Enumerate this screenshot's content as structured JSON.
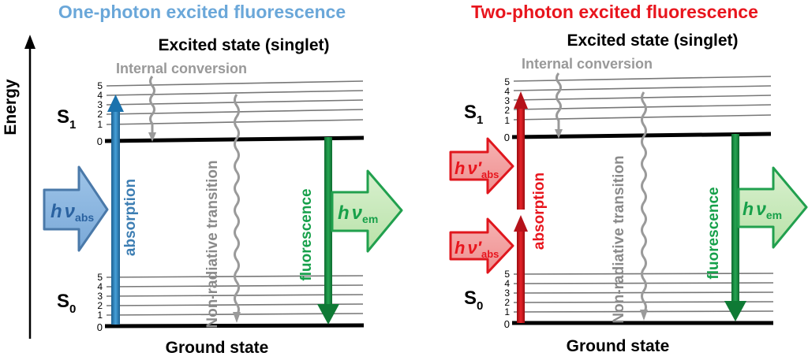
{
  "energy_axis": {
    "label": "Energy"
  },
  "panels": [
    {
      "title": "One-photon excited fluorescence",
      "title_color": "#6aa7d9",
      "excited_state_label": "Excited state (singlet)",
      "internal_conversion_label": "Internal conversion",
      "ground_state_label": "Ground state",
      "s1": {
        "main": "S",
        "sub": "1"
      },
      "s0": {
        "main": "S",
        "sub": "0"
      },
      "s1_levels": [
        "0",
        "1",
        "2",
        "3",
        "4",
        "5"
      ],
      "s0_levels": [
        "0",
        "1",
        "2",
        "3",
        "4",
        "5"
      ],
      "absorption_label": "absorption",
      "absorption_color": "#3d7eb3",
      "nonradiative_label": "Non-radiative transition",
      "fluorescence_label": "fluorescence",
      "fluorescence_color": "#16a04a",
      "photon_abs": {
        "h": "h",
        "nu": "ν",
        "prime": "",
        "sub": "abs"
      },
      "photon_em": {
        "h": "h",
        "nu": "ν",
        "sub": "em"
      }
    },
    {
      "title": "Two-photon excited fluorescence",
      "title_color": "#e8151d",
      "excited_state_label": "Excited state (singlet)",
      "internal_conversion_label": "Internal conversion",
      "ground_state_label": "Ground state",
      "s1": {
        "main": "S",
        "sub": "1"
      },
      "s0": {
        "main": "S",
        "sub": "0"
      },
      "s1_levels": [
        "0",
        "1",
        "2",
        "3",
        "4",
        "5"
      ],
      "s0_levels": [
        "0",
        "1",
        "2",
        "3",
        "4",
        "5"
      ],
      "absorption_label": "absorption",
      "absorption_color": "#e8151d",
      "nonradiative_label": "Non-radiative transition",
      "fluorescence_label": "fluorescence",
      "fluorescence_color": "#16a04a",
      "photon_abs": {
        "h": "h",
        "nu": "ν",
        "prime": "′",
        "sub": "abs"
      },
      "photon_em": {
        "h": "h",
        "nu": "ν",
        "sub": "em"
      }
    }
  ]
}
